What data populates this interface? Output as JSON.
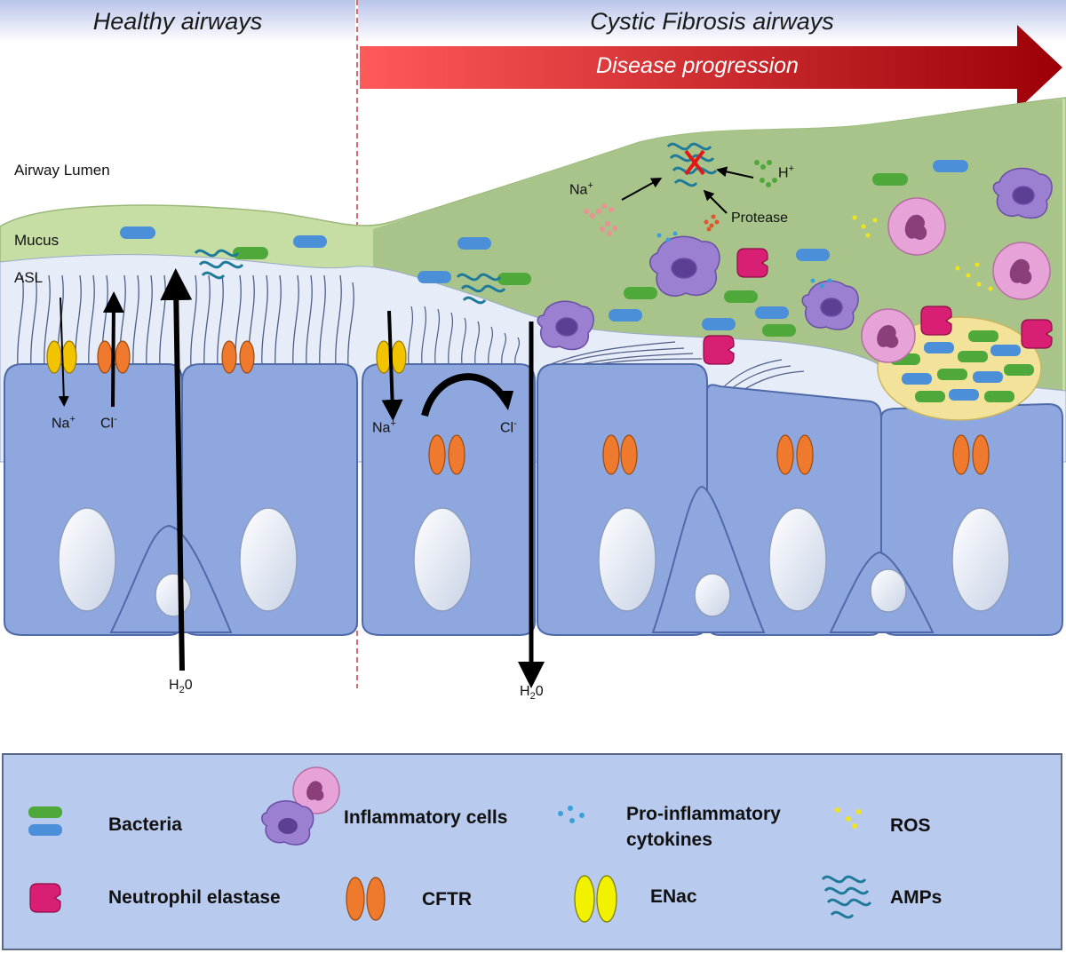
{
  "headers": {
    "healthy": "Healthy airways",
    "cf": "Cystic Fibrosis airways"
  },
  "progression_arrow": {
    "label": "Disease progression",
    "color_start": "#ff6a6a",
    "color_end": "#a00008"
  },
  "region_labels": {
    "lumen": "Airway Lumen",
    "mucus": "Mucus",
    "asl": "ASL"
  },
  "ions": {
    "healthy_na": "Na",
    "healthy_na_sup": "+",
    "healthy_cl": "Cl",
    "healthy_cl_sup": "-",
    "cf_na": "Na",
    "cf_na_sup": "+",
    "cf_cl": "Cl",
    "cf_cl_sup": "-",
    "lumen_na": "Na",
    "lumen_na_sup": "+",
    "h_plus": "H",
    "h_plus_sup": "+",
    "protease": "Protease",
    "water_left": "H",
    "water_left_sub": "2",
    "water_left_end": "0",
    "water_right": "H",
    "water_right_sub": "2",
    "water_right_end": "0"
  },
  "legend": {
    "bacteria": "Bacteria",
    "inflammatory_cells": "Inflammatory cells",
    "cytokines_line1": "Pro-inflammatory",
    "cytokines_line2": "cytokines",
    "ros": "ROS",
    "neutrophil_elastase": "Neutrophil elastase",
    "cftr": "CFTR",
    "enac": "ENac",
    "amps": "AMPs"
  },
  "colors": {
    "epithelium": "#8ea7de",
    "mucus": "#c9e0a8",
    "cf_mucus": "#a9c88a",
    "bacteria_green": "#4ea83a",
    "bacteria_blue": "#4a8fd8",
    "cftr": "#ef7a2e",
    "enac": "#f2c400",
    "elastase": "#d81f73",
    "macrophage": "#9b7fd0",
    "neutrophil": "#e7a2d8"
  }
}
